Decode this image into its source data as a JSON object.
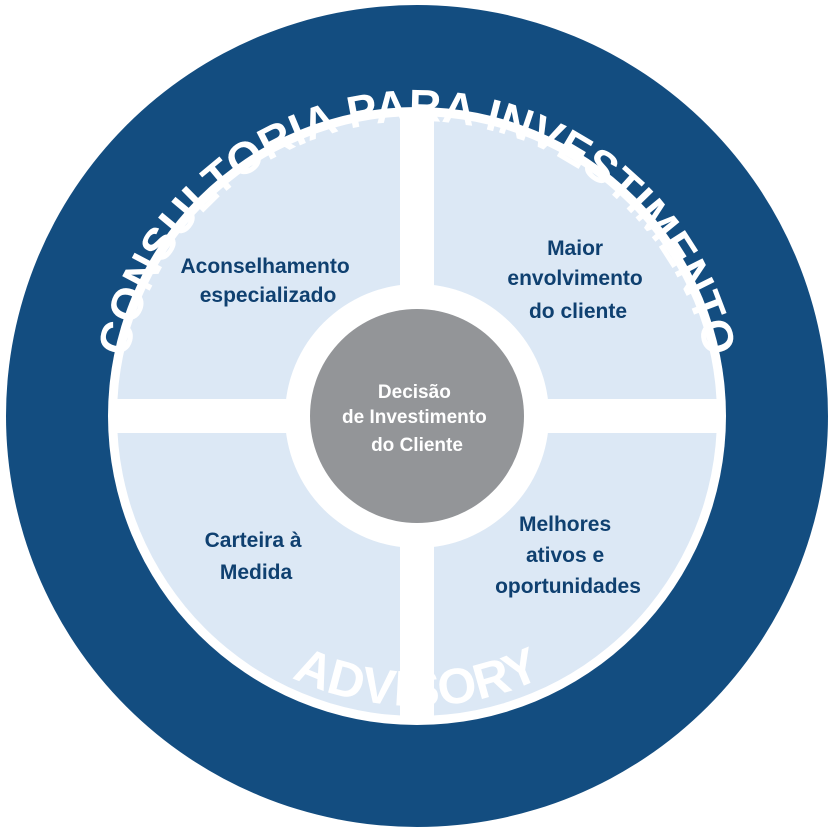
{
  "colors": {
    "ring": "#134d80",
    "quadrant_fill": "#dce8f5",
    "quadrant_text": "#0f4070",
    "center_fill": "#939598",
    "center_text": "#ffffff",
    "ring_text": "#ffffff"
  },
  "ring": {
    "top_label": "CONSULTORIA PARA INVESTIMENTO",
    "bottom_label": "ADVISORY"
  },
  "quadrants": {
    "top_left": {
      "lines": [
        "Aconselhamento",
        "especializado"
      ]
    },
    "top_right": {
      "lines": [
        "Maior",
        "envolvimento",
        "do cliente"
      ]
    },
    "bottom_left": {
      "lines": [
        "Carteira à",
        "Medida"
      ]
    },
    "bottom_right": {
      "lines": [
        "Melhores",
        "ativos e",
        "oportunidades"
      ]
    }
  },
  "center": {
    "lines": [
      "Decisão",
      "de Investimento",
      "do Cliente"
    ]
  }
}
